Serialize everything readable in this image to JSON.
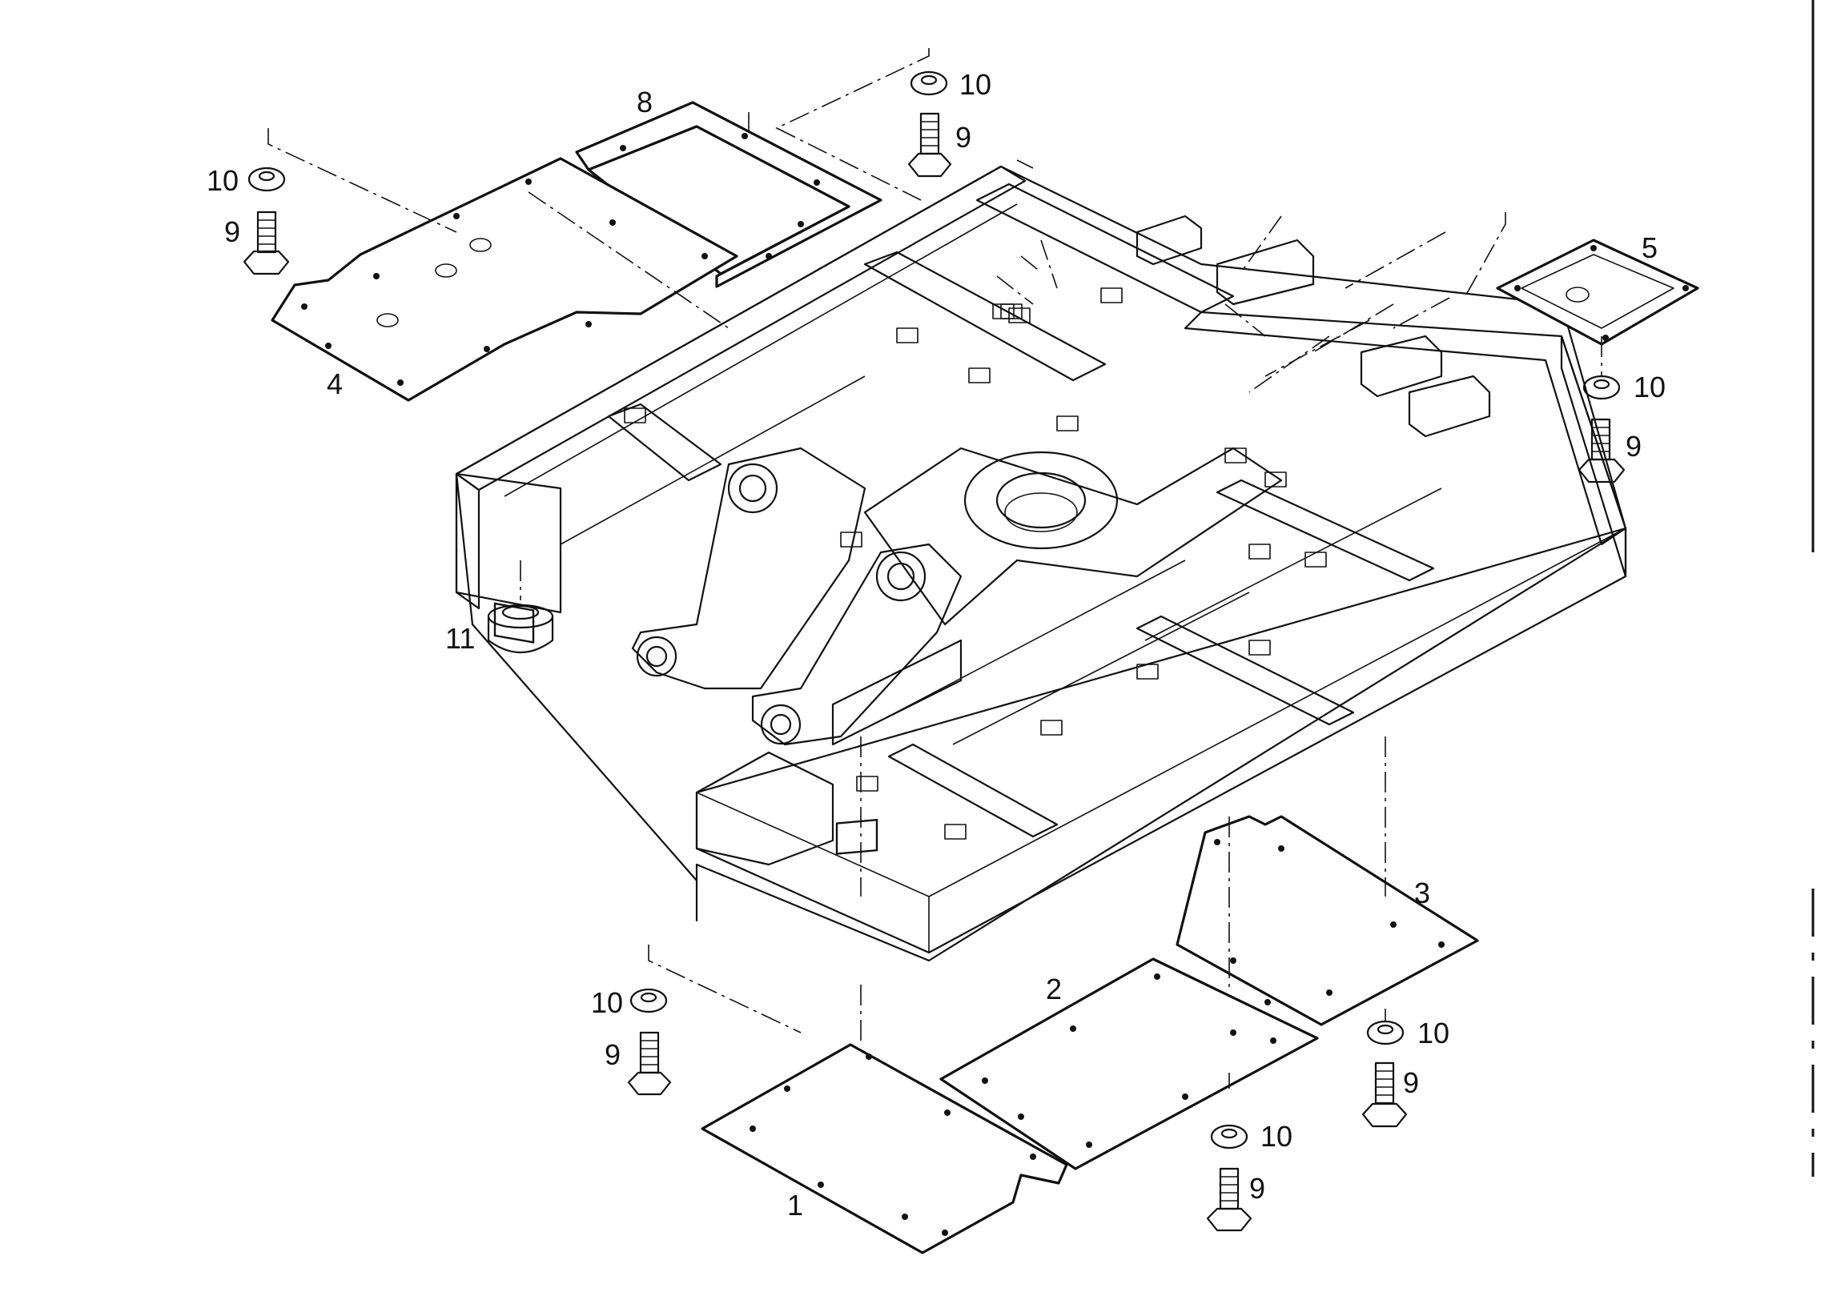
{
  "diagram": {
    "callouts": {
      "c1": "1",
      "c2": "2",
      "c3": "3",
      "c4": "4",
      "c5": "5",
      "c8": "8",
      "c11": "11",
      "washer": "10",
      "bolt": "9"
    },
    "colors": {
      "ink": "#111111",
      "paper": "#ffffff"
    }
  }
}
